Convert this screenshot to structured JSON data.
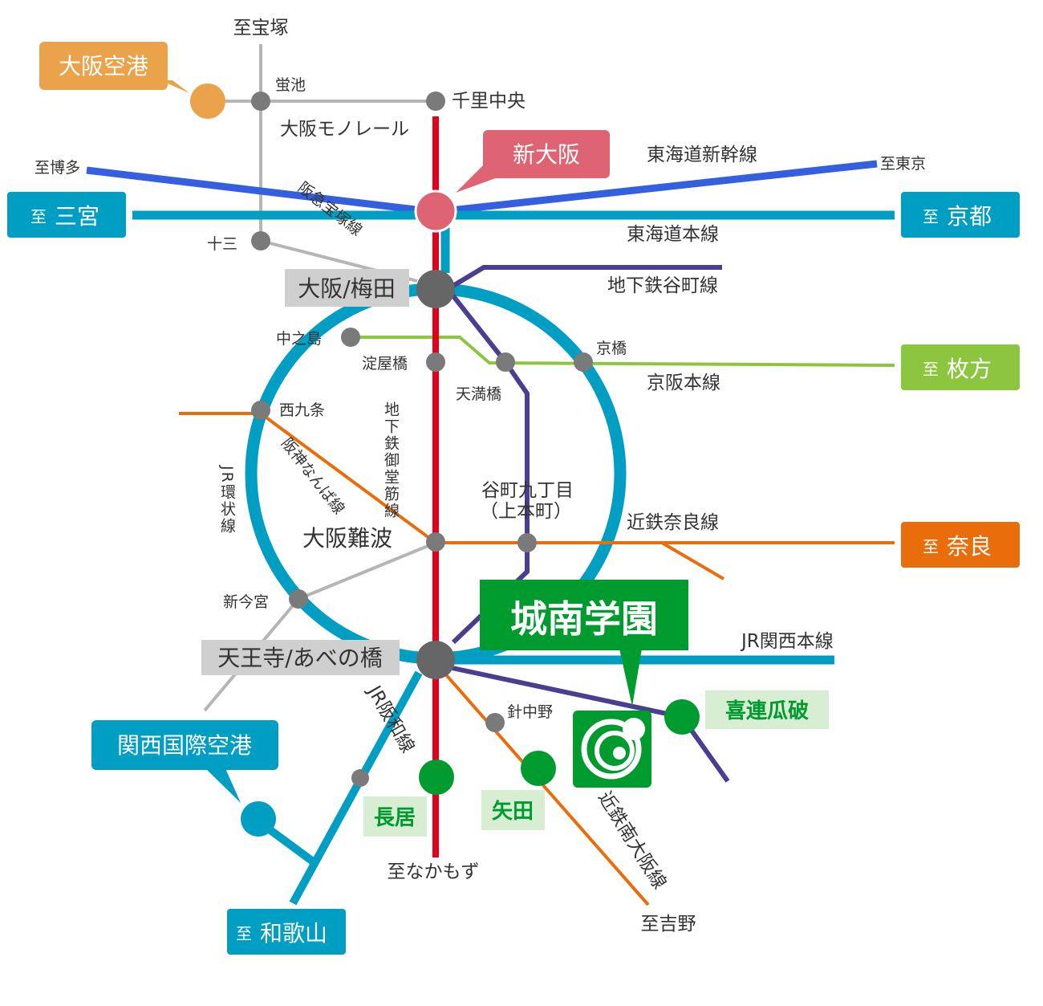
{
  "colors": {
    "jr": "#009EC2",
    "subway_red": "#E3001B",
    "subway_purple": "#4B3E90",
    "keihan": "#8CC63F",
    "kintetsu_orange": "#EA6D0B",
    "monorail_gray": "#B5B5B5",
    "shinkansen": "#3460E0",
    "station_gray": "#7A7A7A",
    "green": "#009B2F",
    "osaka_airport": "#EAA24B",
    "shin_osaka": "#DE6474",
    "hub_box": "#CFCFCF",
    "green_box": "#D8EED3"
  },
  "callouts": {
    "osaka_airport": "大阪空港",
    "shin_osaka": "新大阪",
    "kansai_airport": "関西国際空港",
    "school": "城南学園"
  },
  "destinations": {
    "sannomiya": {
      "prefix": "至",
      "name": "三宮"
    },
    "kyoto": {
      "prefix": "至",
      "name": "京都"
    },
    "hirakata": {
      "prefix": "至",
      "name": "枚方"
    },
    "nara": {
      "prefix": "至",
      "name": "奈良"
    },
    "wakayama": {
      "prefix": "至",
      "name": "和歌山"
    },
    "takarazuka": "至宝塚",
    "hakata": "至博多",
    "tokyo": "至東京",
    "nakamozu": "至なかもず",
    "yoshino": "至吉野"
  },
  "lines": {
    "monorail": "大阪モノレール",
    "shinkansen": "東海道新幹線",
    "hankyu": "阪急宝塚線",
    "tokaido": "東海道本線",
    "tanimachi": "地下鉄谷町線",
    "keihan": "京阪本線",
    "midosuji": "地下鉄御堂筋線",
    "hanshin_namba": "阪神なんば線",
    "loop": "JR環状線",
    "kintetsu_nara": "近鉄奈良線",
    "kansai": "JR関西本線",
    "hanwa": "JR阪和線",
    "minami_osaka": "近鉄南大阪線"
  },
  "stations": {
    "hotarugaike": "蛍池",
    "senri_chuo": "千里中央",
    "juso": "十三",
    "nakanoshima": "中之島",
    "yodoyabashi": "淀屋橋",
    "tenmabashi": "天満橋",
    "kyobashi": "京橋",
    "nishikujo": "西九条",
    "tanimachi9": "谷町九丁目",
    "uehommachi": "（上本町）",
    "shin_imamiya": "新今宮",
    "harinakano": "針中野"
  },
  "hubs": {
    "umeda": "大阪/梅田",
    "namba": "大阪難波",
    "tennoji": "天王寺/あべの橋"
  },
  "green_stations": {
    "kire_uriwari": "喜連瓜破",
    "nagai": "長居",
    "yata": "矢田"
  }
}
